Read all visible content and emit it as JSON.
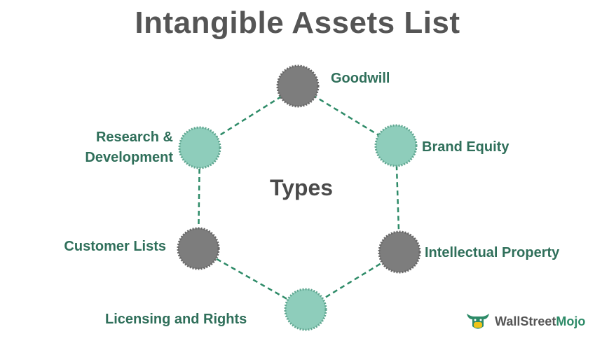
{
  "title": "Intangible Assets List",
  "center_label": "Types",
  "nodes": [
    {
      "id": "goodwill",
      "label": "Goodwill",
      "color": "#7d7d7d"
    },
    {
      "id": "brand-equity",
      "label": "Brand Equity",
      "color": "#8ecdbb"
    },
    {
      "id": "intellectual-property",
      "label": "Intellectual Property",
      "color": "#7d7d7d"
    },
    {
      "id": "licensing-and-rights",
      "label": "Licensing and Rights",
      "color": "#8ecdbb"
    },
    {
      "id": "customer-lists",
      "label": "Customer Lists",
      "color": "#7d7d7d"
    },
    {
      "id": "research-development",
      "label_lines": [
        "Research &",
        "Development"
      ],
      "color": "#8ecdbb"
    }
  ],
  "ring_color": "#2e8b68",
  "label_color": "#2f6f5a",
  "brand": {
    "prefix": "Wall",
    "mid": "Street",
    "suffix": "Mojo",
    "icon": "bull-logo-icon"
  }
}
